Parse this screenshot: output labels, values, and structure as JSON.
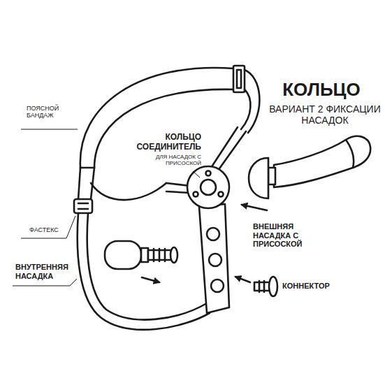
{
  "diagram": {
    "title": "КОЛЬЦО",
    "labels": [
      "ВАРИАНТ 2 ФИКСАЦИИ НАСАДОК",
      "ПОЯСНОЙ БАНДАЖ",
      "КОЛЬЦО СОЕДИНИТЕЛЬ",
      "ДЛЯ НАСАДОК С ПРИСОСКОЙ",
      "ФАСТЕКС",
      "ВНЕШНЯЯ НАСАДКА С ПРИСОСКОЙ",
      "ВНУТРЕННЯЯ НАСАДКА",
      "КОННЕКТОР"
    ]
  }
}
